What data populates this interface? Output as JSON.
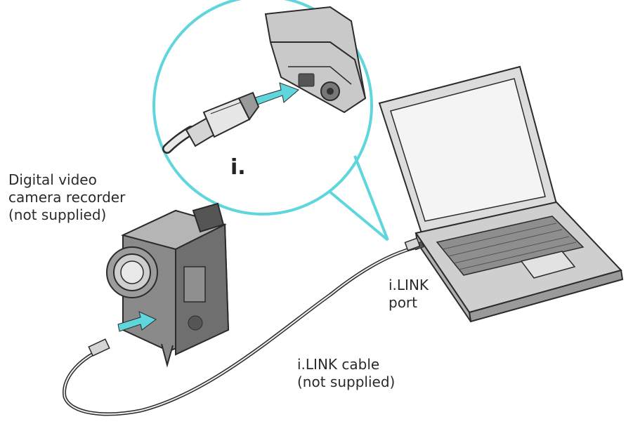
{
  "labels": {
    "camera": [
      "Digital video",
      "camera recorder",
      "(not supplied)"
    ],
    "port": [
      "i.LINK",
      "port"
    ],
    "cable": [
      "i.LINK cable",
      "(not supplied)"
    ]
  },
  "symbols": {
    "ilink": "i."
  },
  "colors": {
    "callout": "#5fd6dc",
    "line": "#2b2b2b",
    "device_gray": "#8a8a8a",
    "device_light": "#cfcfcf"
  }
}
